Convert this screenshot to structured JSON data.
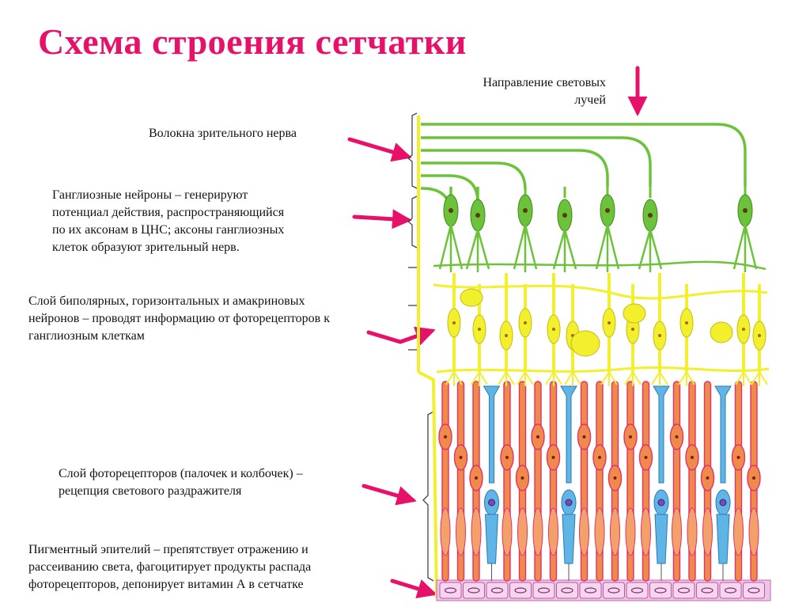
{
  "title": "Схема строения сетчатки",
  "colors": {
    "accent": "#e8116a",
    "ganglion": "#6dc23b",
    "bipolar": "#f2ef2d",
    "rod": "#f08a4b",
    "cone": "#5fb6e6",
    "rod_outline": "#e0326b",
    "epithelium": "#f0c4e8",
    "bracket": "#333333"
  },
  "labels": {
    "light": [
      "Направление световых",
      "лучей"
    ],
    "fibers": [
      "Волокна зрительного нерва"
    ],
    "ganglion": [
      "Ганглиозные  нейроны – генерируют",
      "потенциал действия, распространяющийся",
      "по их аксонам в ЦНС; аксоны ганглиозных",
      "клеток образуют зрительный нерв."
    ],
    "bipolar": [
      "Слой биполярных, горизонтальных и амакриновых",
      "нейронов – проводят информацию от фоторецепторов к",
      "ганглиозным клеткам"
    ],
    "photoreceptors": [
      "Слой фоторецепторов (палочек и колбочек) –",
      "рецепция светового раздражителя"
    ],
    "epithelium": [
      "Пигментный эпителий – препятствует отражению и",
      "рассеиванию света, фагоцитирует продукты распада",
      "фоторецепторов, депонирует витамин А в сетчатке"
    ]
  }
}
